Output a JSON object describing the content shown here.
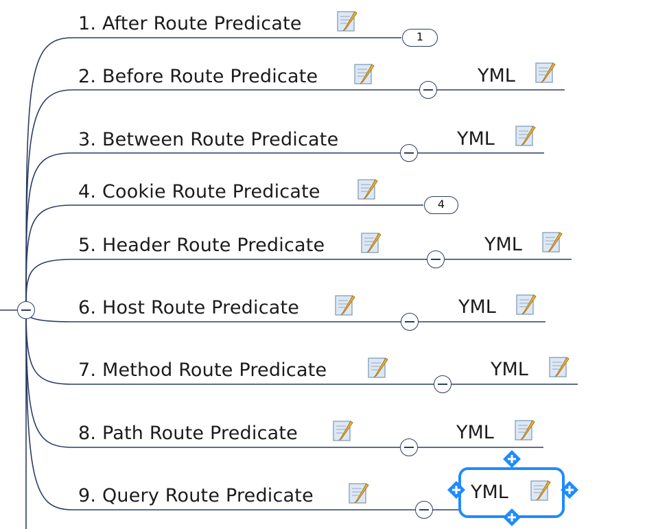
{
  "mindmap": {
    "topics": [
      {
        "label": "1. After Route Predicate",
        "collapsed_count": "1"
      },
      {
        "label": "2. Before Route Predicate",
        "child": "YML"
      },
      {
        "label": "3. Between Route Predicate",
        "child": "YML"
      },
      {
        "label": "4. Cookie Route Predicate",
        "collapsed_count": "4"
      },
      {
        "label": "5. Header Route Predicate",
        "child": "YML"
      },
      {
        "label": "6. Host Route Predicate",
        "child": "YML"
      },
      {
        "label": "7. Method Route Predicate",
        "child": "YML"
      },
      {
        "label": "8. Path Route Predicate",
        "child": "YML"
      },
      {
        "label": "9. Query Route Predicate",
        "child": "YML",
        "selected": true
      }
    ],
    "colors": {
      "line": "#2a3b63",
      "selection": "#1f8bff",
      "note_icon": "#e6b33a"
    }
  }
}
